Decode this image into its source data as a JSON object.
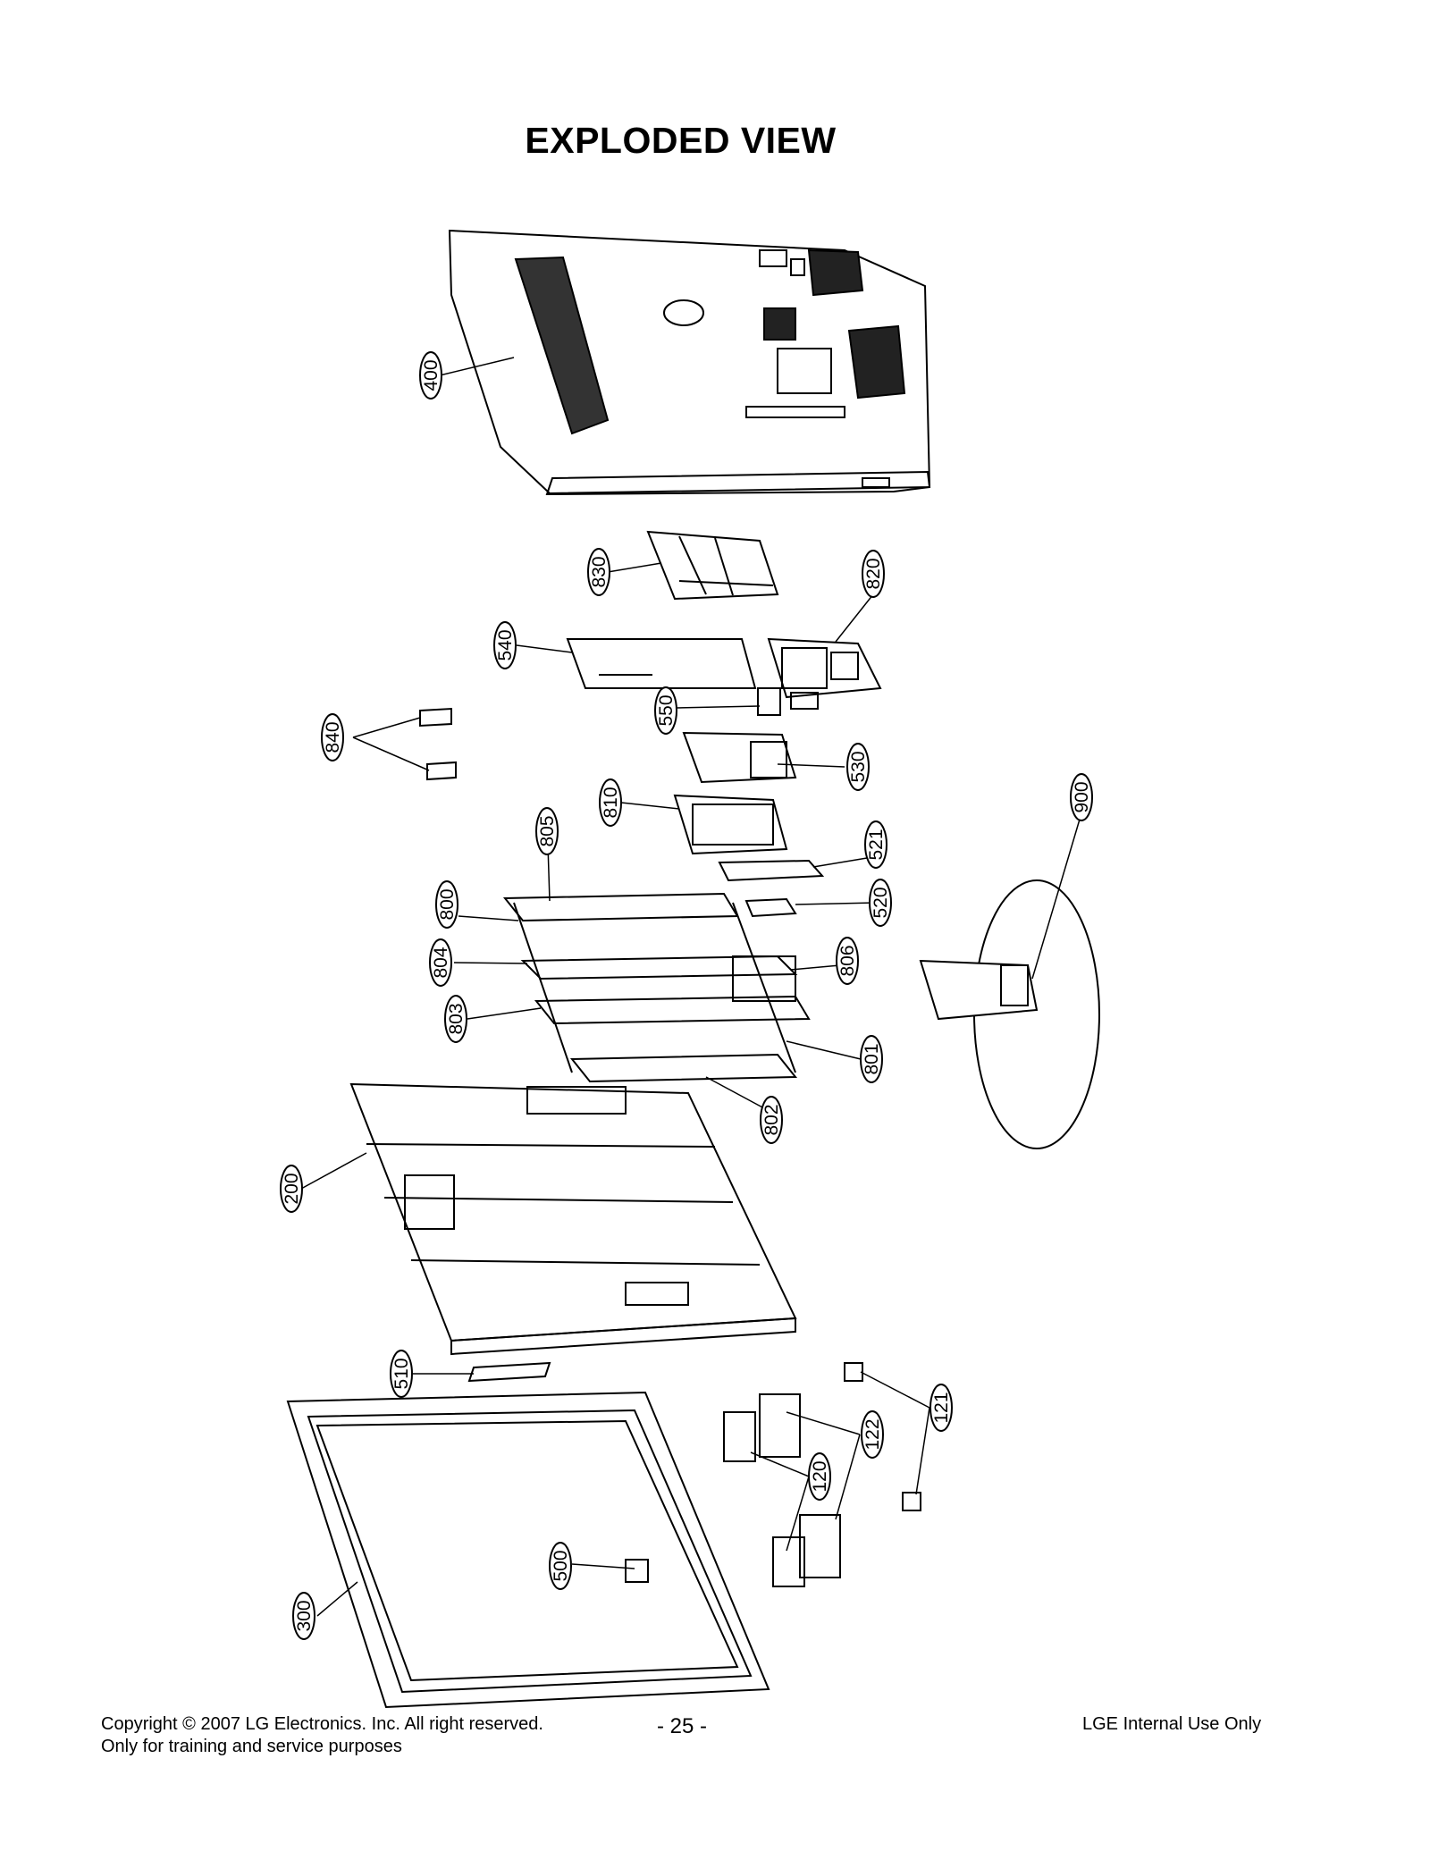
{
  "title": "EXPLODED VIEW",
  "callouts": {
    "p400": "400",
    "p830": "830",
    "p820": "820",
    "p540": "540",
    "p550": "550",
    "p840": "840",
    "p530": "530",
    "p810": "810",
    "p805": "805",
    "p521": "521",
    "p900": "900",
    "p800": "800",
    "p520": "520",
    "p804": "804",
    "p806": "806",
    "p803": "803",
    "p801": "801",
    "p802": "802",
    "p200": "200",
    "p510": "510",
    "p121": "121",
    "p122": "122",
    "p120": "120",
    "p500": "500",
    "p300": "300"
  },
  "footer": {
    "copyright": "Copyright © 2007 LG Electronics. Inc. All right reserved.",
    "training": "Only for training and service purposes",
    "page": "- 25 -",
    "internal": "LGE Internal Use Only"
  }
}
